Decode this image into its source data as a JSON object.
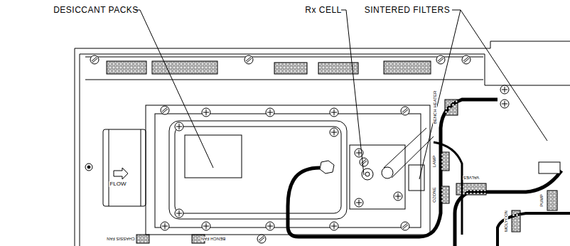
{
  "diagram": {
    "labels": [
      "DESICCANT PACKS",
      "Rx CELL",
      "SINTERED FILTERS",
      "FLOW",
      "CHASSIS FAN",
      "BENCH FAN",
      "BENCH HEATER",
      "LAMP",
      "VALVES",
      "OZONE",
      "PUMP",
      "MOLYCON"
    ]
  }
}
